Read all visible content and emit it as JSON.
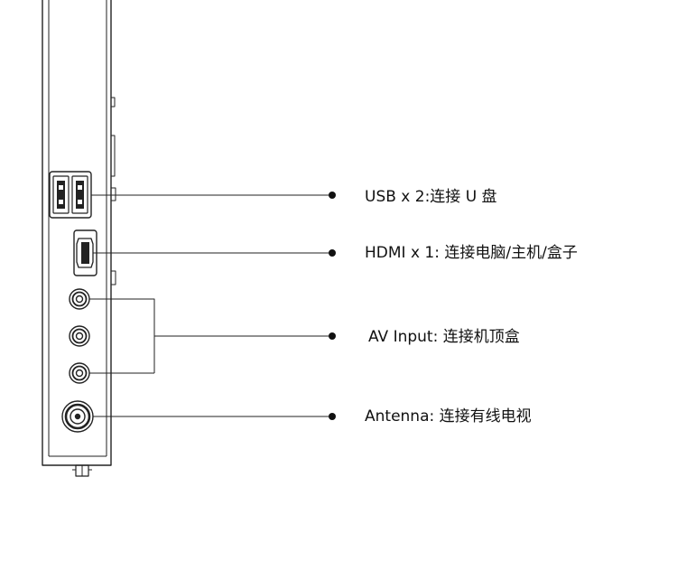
{
  "colors": {
    "stroke": "#222222",
    "panel_fill": "#ffffff",
    "text": "#111111"
  },
  "ports": [
    {
      "id": "usb",
      "label": "USB x 2:连接 U 盘"
    },
    {
      "id": "hdmi",
      "label": "HDMI x 1: 连接电脑/主机/盒子"
    },
    {
      "id": "av",
      "label": "AV Input: 连接机顶盒"
    },
    {
      "id": "antenna",
      "label": "Antenna: 连接有线电视"
    }
  ]
}
